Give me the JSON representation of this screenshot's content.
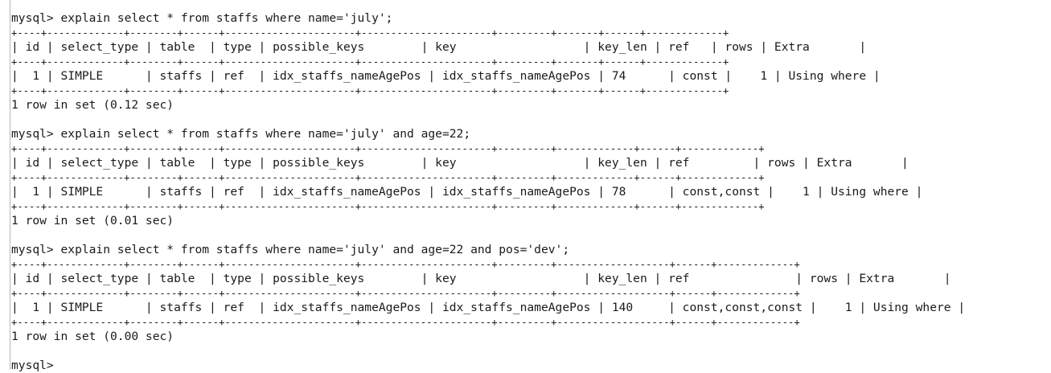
{
  "terminal": {
    "prompt": "mysql>",
    "blocks": [
      {
        "command": "mysql> explain select * from staffs where name='july';",
        "separator": "+----+-------------+--------+------+----------------------+----------------------+---------+-------+------+-------------+",
        "header": "| id | select_type | table  | type | possible_keys        | key                  | key_len | ref   | rows | Extra       |",
        "row": "|  1 | SIMPLE      | staffs | ref  | idx_staffs_nameAgePos | idx_staffs_nameAgePos | 74      | const |    1 | Using where |",
        "footer": "1 row in set (0.12 sec)"
      },
      {
        "command": "mysql> explain select * from staffs where name='july' and age=22;",
        "separator": "+----+-------------+--------+------+----------------------+----------------------+---------+-------------+------+-------------+",
        "header": "| id | select_type | table  | type | possible_keys        | key                  | key_len | ref         | rows | Extra       |",
        "row": "|  1 | SIMPLE      | staffs | ref  | idx_staffs_nameAgePos | idx_staffs_nameAgePos | 78      | const,const |    1 | Using where |",
        "footer": "1 row in set (0.01 sec)"
      },
      {
        "command": "mysql> explain select * from staffs where name='july' and age=22 and pos='dev';",
        "separator": "+----+-------------+--------+------+----------------------+----------------------+---------+-------------------+------+-------------+",
        "header": "| id | select_type | table  | type | possible_keys        | key                  | key_len | ref               | rows | Extra       |",
        "row": "|  1 | SIMPLE      | staffs | ref  | idx_staffs_nameAgePos | idx_staffs_nameAgePos | 140     | const,const,const |    1 | Using where |",
        "footer": "1 row in set (0.00 sec)"
      }
    ],
    "final_prompt": "mysql>"
  }
}
